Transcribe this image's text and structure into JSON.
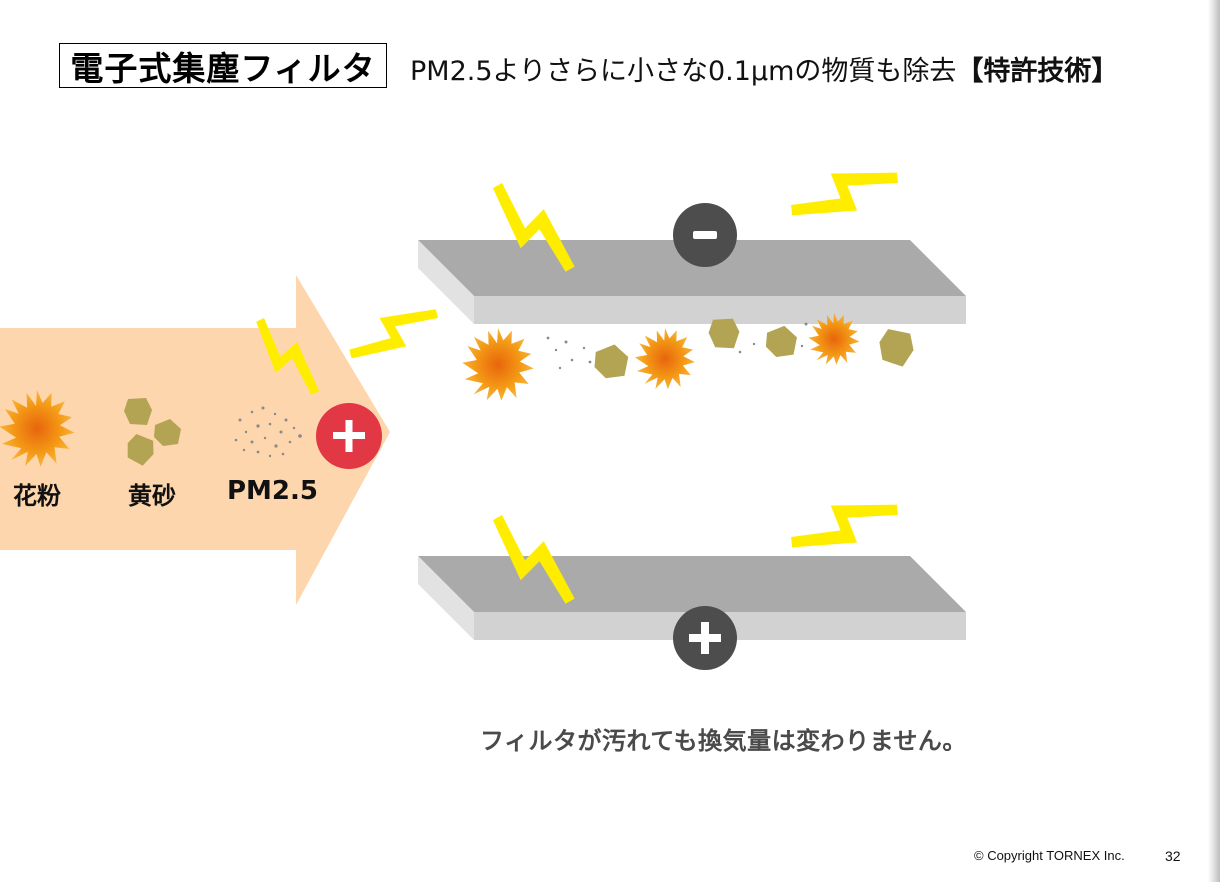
{
  "header": {
    "title": "電子式集塵フィルタ",
    "subtitle_main": "PM2.5よりさらに小さな0.1μmの物質も除去",
    "subtitle_tech": "【特許技術】"
  },
  "diagram": {
    "labels": {
      "pollen": "花粉",
      "sand": "黄砂",
      "pm25": "PM2.5"
    },
    "icons": {
      "arrow_ion": "plus-icon",
      "top_plate": "minus-icon",
      "bottom_plate": "plus-icon",
      "sparks": "lightning-bolt-icon",
      "pollen": "pollen-icon",
      "sand": "sand-particle-icon",
      "pm25": "fine-dust-icon"
    },
    "colors": {
      "arrow": "#fdd6ad",
      "plate_top": "#aaaaaa",
      "plate_side": "#d2d2d2",
      "ion_positive": "#e23744",
      "plate_charge": "#4d4d4d",
      "spark": "#ffed00",
      "pollen": "#f49a16",
      "sand": "#b2a452"
    },
    "caption": "フィルタが汚れても換気量は変わりません。"
  },
  "footer": {
    "copyright": "© Copyright TORNEX Inc.",
    "page": "32"
  }
}
